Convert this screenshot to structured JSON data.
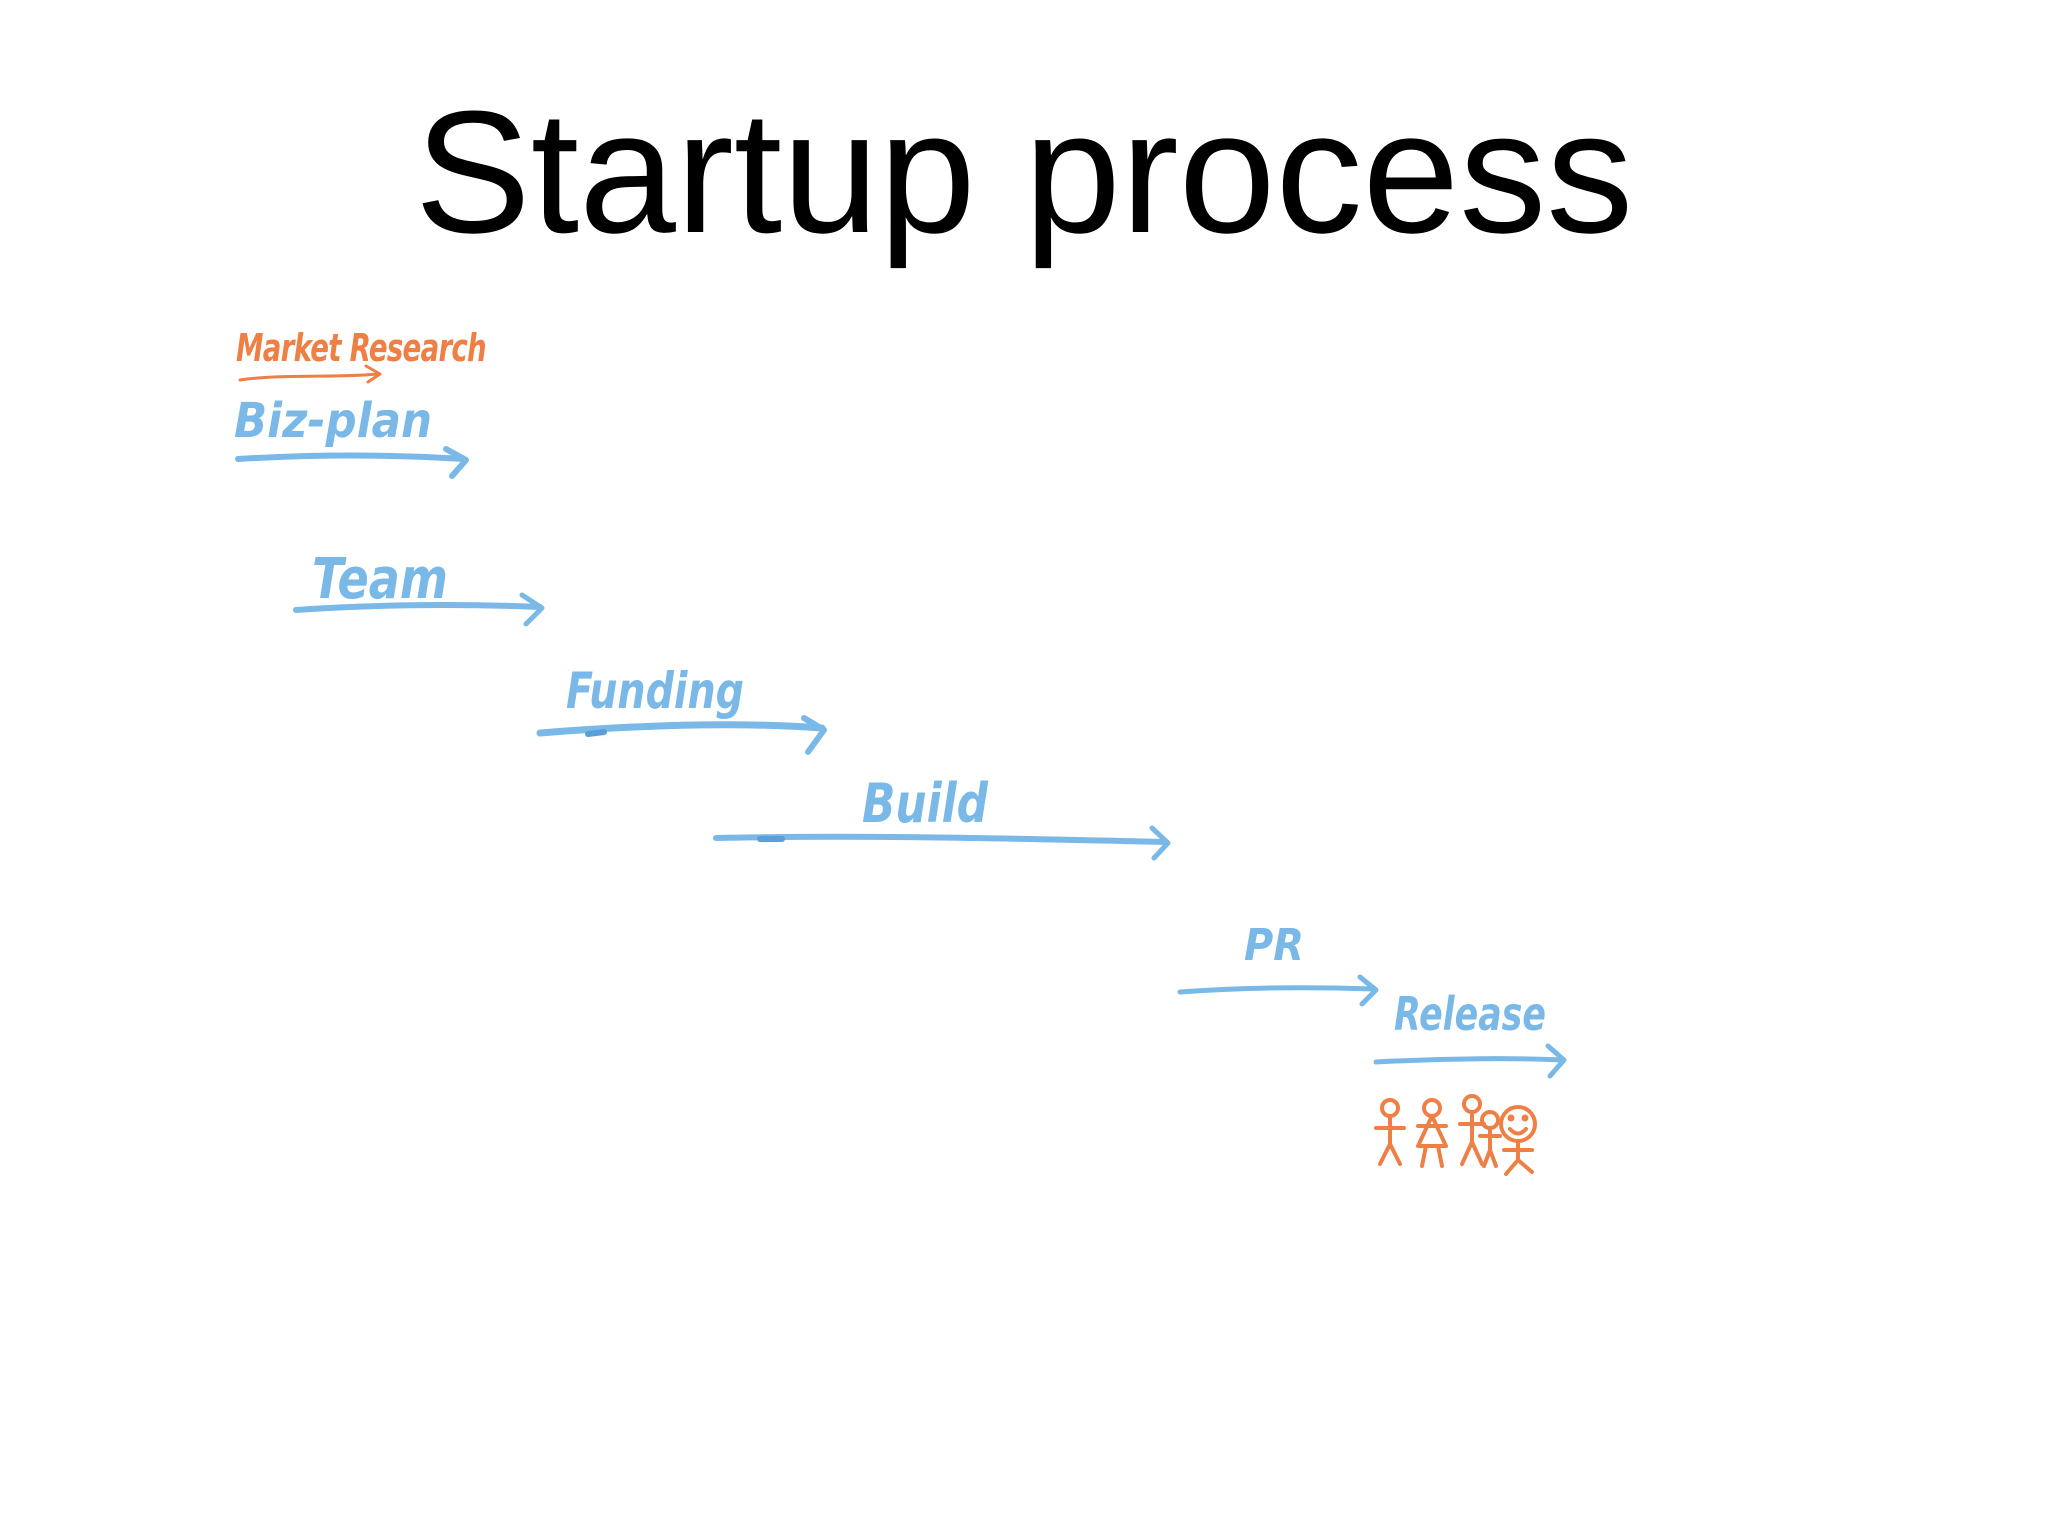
{
  "title": "Startup process",
  "colors": {
    "blue": "#7ab8e8",
    "blue_dark": "#5a9fd8",
    "orange": "#ee7f45"
  },
  "steps": [
    {
      "label": "Market Research",
      "color": "orange",
      "arrow": true
    },
    {
      "label": "Biz-plan",
      "color": "blue",
      "arrow": true
    },
    {
      "label": "Team",
      "color": "blue",
      "arrow": true
    },
    {
      "label": "Funding",
      "color": "blue",
      "arrow": true
    },
    {
      "label": "Build",
      "color": "blue",
      "arrow": true
    },
    {
      "label": "PR",
      "color": "blue",
      "arrow": true
    },
    {
      "label": "Release",
      "color": "blue",
      "arrow": true
    }
  ],
  "people_icon": "stick-figures-people-icon"
}
